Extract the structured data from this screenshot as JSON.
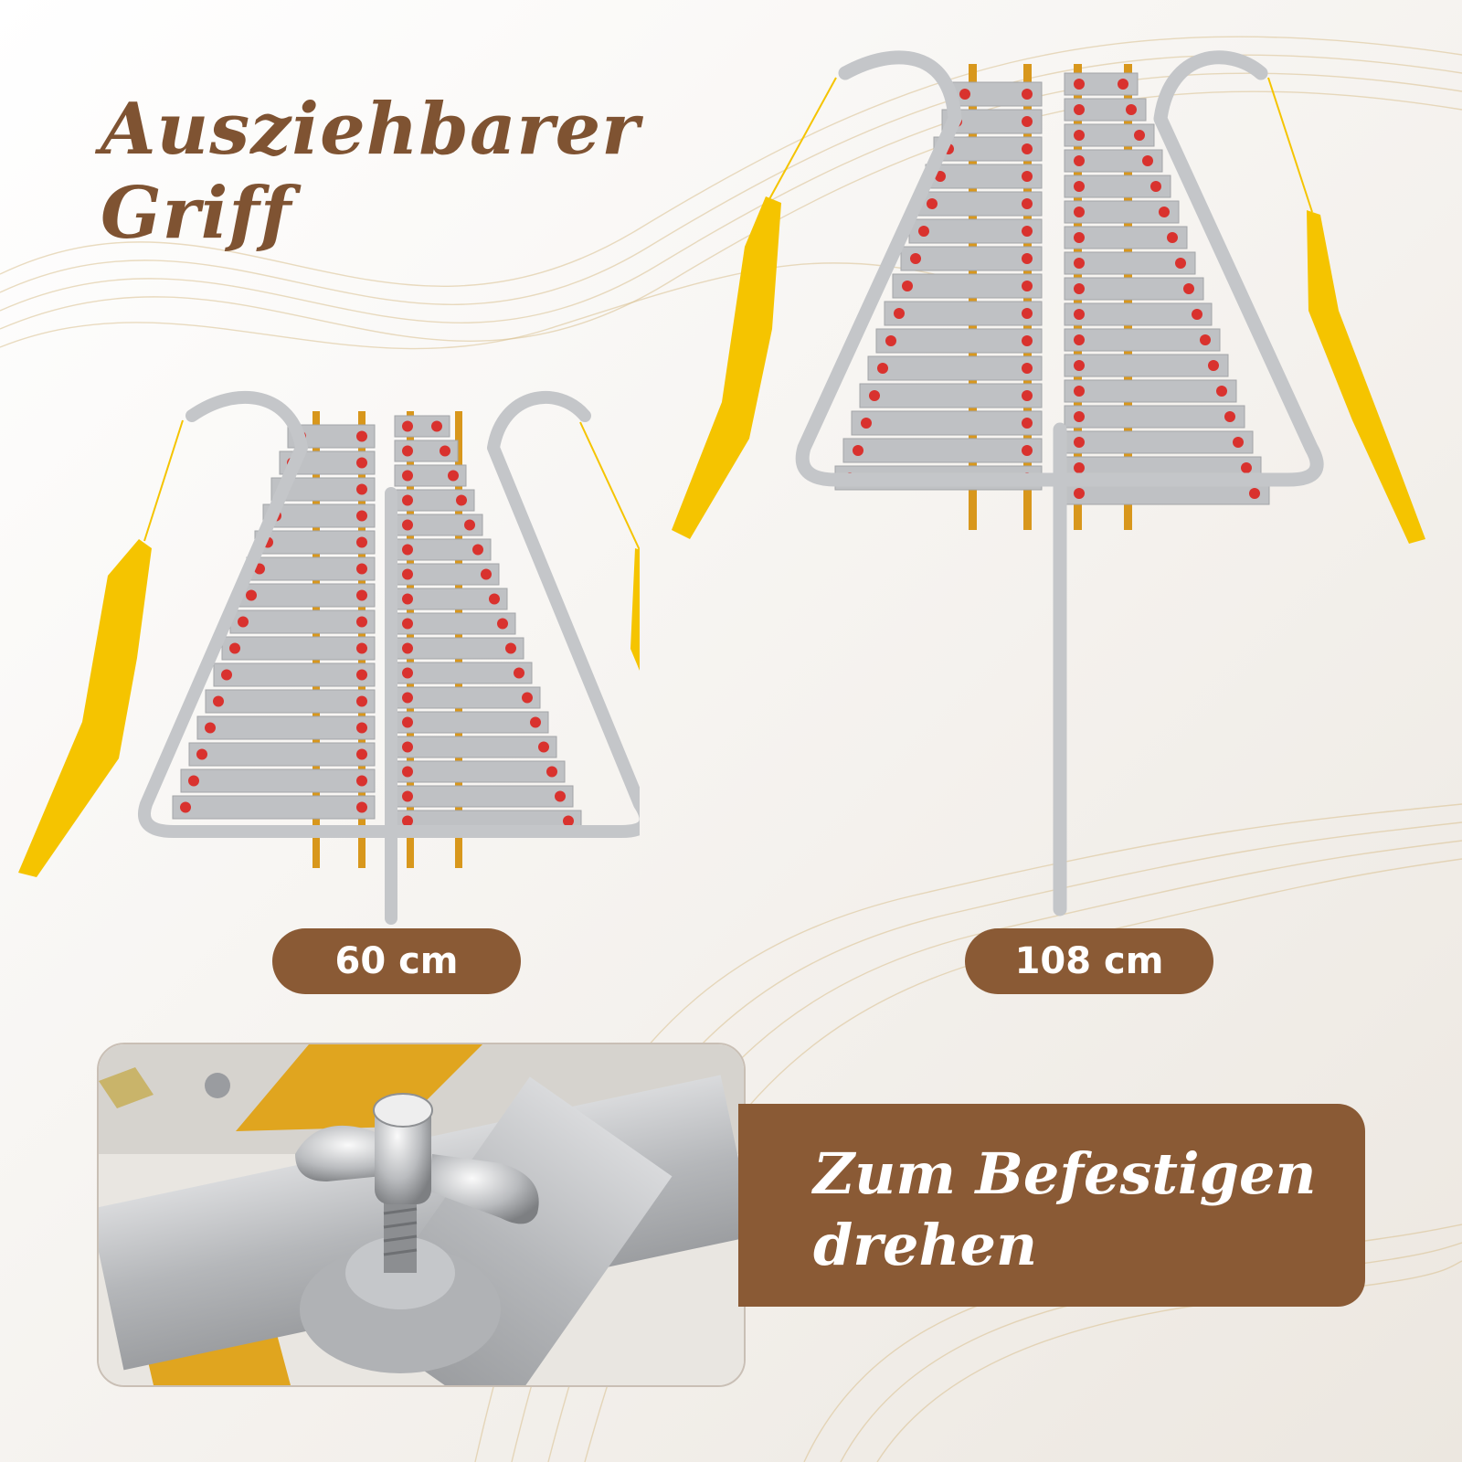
{
  "headline": {
    "line1": "Ausziehbarer",
    "line2": "Griff"
  },
  "products": [
    {
      "size_label": "60 cm"
    },
    {
      "size_label": "108 cm"
    }
  ],
  "caption": {
    "line1": "Zum Befestigen",
    "line2": "drehen"
  },
  "colors": {
    "brand_brown": "#8a5a35",
    "headline_brown": "#7f5332",
    "frame_silver": "#c4c6c9",
    "tassel_yellow": "#f5c400",
    "bracket_gold": "#d8971c",
    "bolt_red": "#d9322e"
  },
  "icons": [
    "glockenspiel-product-image",
    "wing-screw-closeup-image"
  ]
}
